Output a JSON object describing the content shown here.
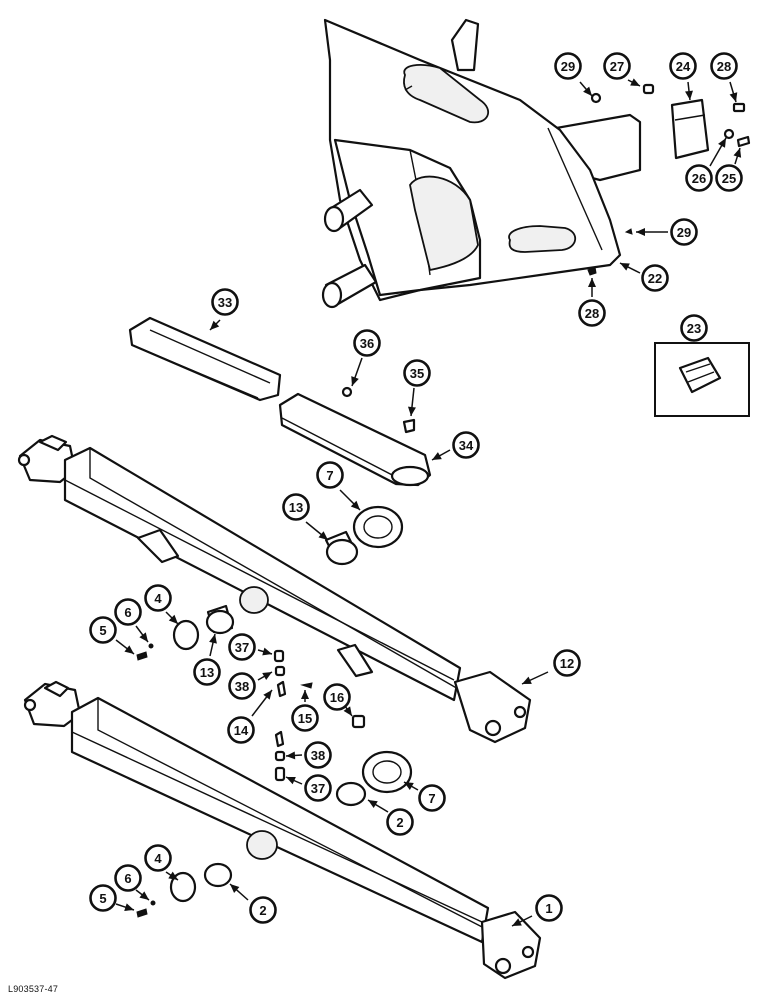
{
  "figure_code": "L903537-47",
  "callouts": [
    {
      "id": "c29a",
      "label": "29"
    },
    {
      "id": "c27",
      "label": "27"
    },
    {
      "id": "c24",
      "label": "24"
    },
    {
      "id": "c28a",
      "label": "28"
    },
    {
      "id": "c26",
      "label": "26"
    },
    {
      "id": "c25",
      "label": "25"
    },
    {
      "id": "c29b",
      "label": "29"
    },
    {
      "id": "c22",
      "label": "22"
    },
    {
      "id": "c28b",
      "label": "28"
    },
    {
      "id": "c23",
      "label": "23"
    },
    {
      "id": "c33",
      "label": "33"
    },
    {
      "id": "c36",
      "label": "36"
    },
    {
      "id": "c35",
      "label": "35"
    },
    {
      "id": "c34",
      "label": "34"
    },
    {
      "id": "c7a",
      "label": "7"
    },
    {
      "id": "c13a",
      "label": "13"
    },
    {
      "id": "c4a",
      "label": "4"
    },
    {
      "id": "c6a",
      "label": "6"
    },
    {
      "id": "c5a",
      "label": "5"
    },
    {
      "id": "c13b",
      "label": "13"
    },
    {
      "id": "c37a",
      "label": "37"
    },
    {
      "id": "c38a",
      "label": "38"
    },
    {
      "id": "c14",
      "label": "14"
    },
    {
      "id": "c15",
      "label": "15"
    },
    {
      "id": "c16",
      "label": "16"
    },
    {
      "id": "c12",
      "label": "12"
    },
    {
      "id": "c38b",
      "label": "38"
    },
    {
      "id": "c37b",
      "label": "37"
    },
    {
      "id": "c7b",
      "label": "7"
    },
    {
      "id": "c2a",
      "label": "2"
    },
    {
      "id": "c4b",
      "label": "4"
    },
    {
      "id": "c6b",
      "label": "6"
    },
    {
      "id": "c5b",
      "label": "5"
    },
    {
      "id": "c2b",
      "label": "2"
    },
    {
      "id": "c1",
      "label": "1"
    }
  ]
}
